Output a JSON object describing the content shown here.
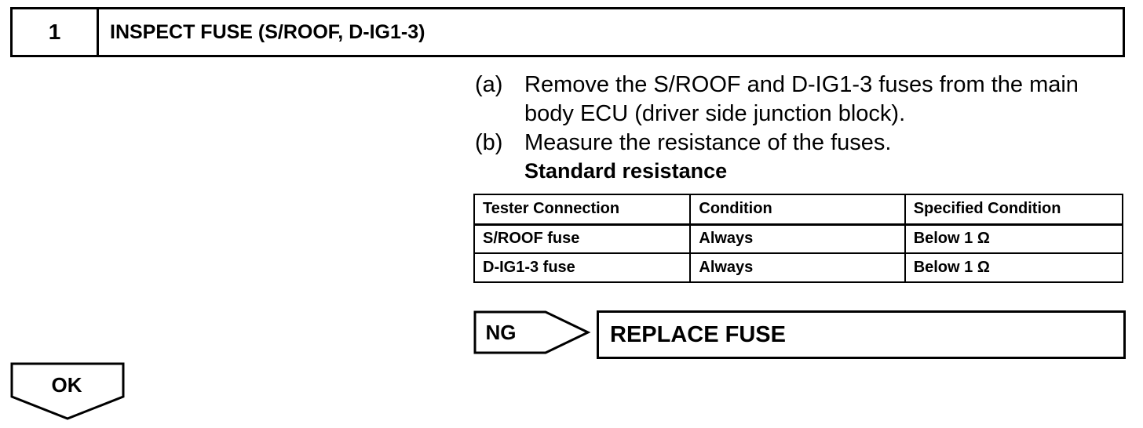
{
  "step": {
    "number": "1",
    "title": "INSPECT FUSE (S/ROOF, D-IG1-3)"
  },
  "instructions": [
    {
      "letter": "(a)",
      "text": "Remove the S/ROOF and D-IG1-3 fuses from the main body ECU (driver side junction block)."
    },
    {
      "letter": "(b)",
      "text": "Measure the resistance of the fuses."
    }
  ],
  "standard_label": "Standard resistance",
  "table": {
    "headers": [
      "Tester Connection",
      "Condition",
      "Specified Condition"
    ],
    "rows": [
      [
        "S/ROOF fuse",
        "Always",
        "Below 1 Ω"
      ],
      [
        "D-IG1-3 fuse",
        "Always",
        "Below 1 Ω"
      ]
    ]
  },
  "ng": {
    "label": "NG",
    "result": "REPLACE FUSE"
  },
  "ok": {
    "label": "OK"
  }
}
